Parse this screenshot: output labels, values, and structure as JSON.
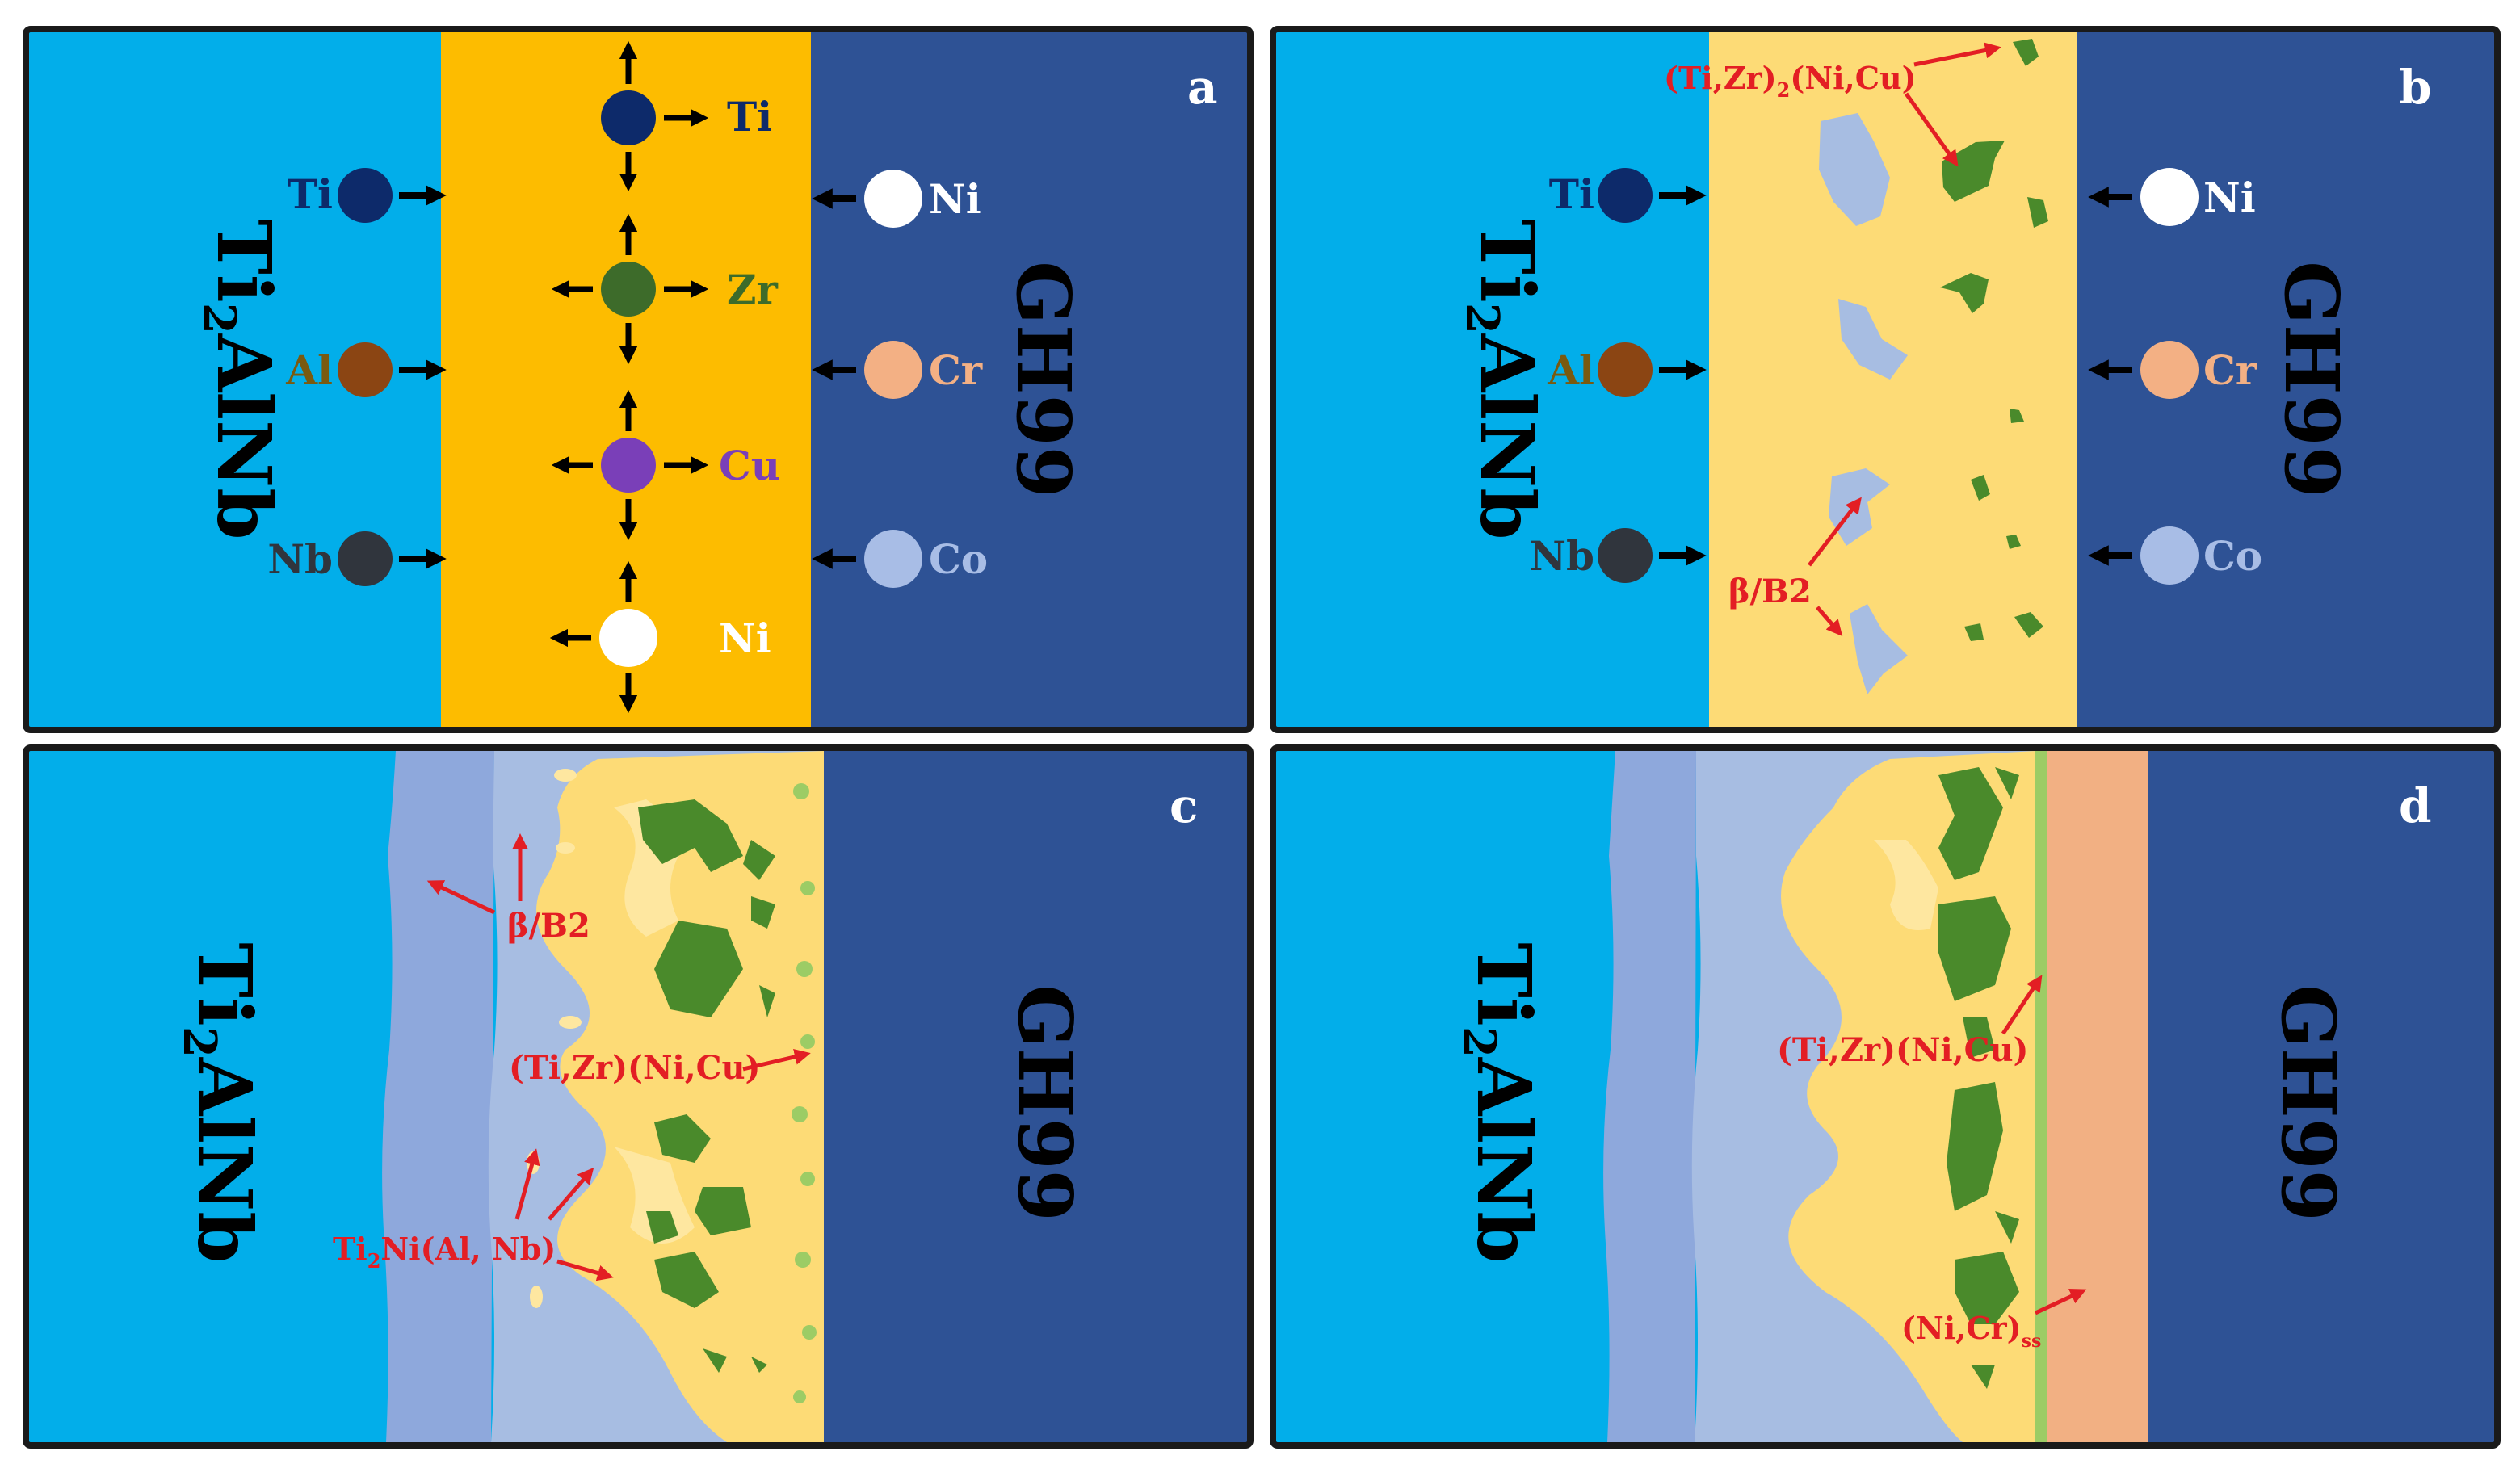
{
  "colors": {
    "ti2alnb": "#02aeea",
    "gh99": "#2e5295",
    "filler_a": "#fdbc00",
    "filler_light": "#fddb76",
    "filler_lighter": "#fee7a0",
    "beta_b2": "#a7bde2",
    "beta_b2_dark": "#8ea8dc",
    "green_phase": "#4a8a2b",
    "green_thin": "#9ccc65",
    "nicr": "#f2b083",
    "arrow_red": "#e31e24",
    "atom_ti": "#0d2a6a",
    "atom_al": "#8b4513",
    "atom_nb": "#30353d",
    "atom_zr": "#3d6b2a",
    "atom_cu": "#7a3fb8",
    "atom_ni": "#ffffff",
    "atom_cr": "#f3b084",
    "atom_co": "#a8bde6"
  },
  "panels": {
    "a": {
      "label": "a",
      "left_material": "Ti2AlNb",
      "right_material": "GH99",
      "left_atoms": [
        "Ti",
        "Al",
        "Nb"
      ],
      "right_atoms": [
        "Ni",
        "Cr",
        "Co"
      ],
      "center_atoms": [
        "Ti",
        "Zr",
        "Cu",
        "Ni"
      ]
    },
    "b": {
      "label": "b",
      "left_material": "Ti2AlNb",
      "right_material": "GH99",
      "left_atoms": [
        "Ti",
        "Al",
        "Nb"
      ],
      "right_atoms": [
        "Ni",
        "Cr",
        "Co"
      ],
      "annotation_phase": "(Ti,Zr)2(Ni,Cu)",
      "annotation_beta": "β/B2"
    },
    "c": {
      "label": "c",
      "left_material": "Ti2AlNb",
      "right_material": "GH99",
      "annotation_beta": "β/B2",
      "annotation_phase": "(Ti,Zr)(Ni,Cu)",
      "annotation_ti2ni": "Ti2Ni(Al, Nb)"
    },
    "d": {
      "label": "d",
      "left_material": "Ti2AlNb",
      "right_material": "GH99",
      "annotation_phase": "(Ti,Zr)(Ni,Cu)",
      "annotation_nicr": "(Ni,Cr)ss"
    }
  }
}
